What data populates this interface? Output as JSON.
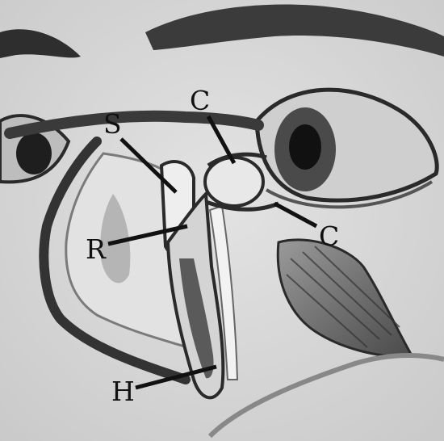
{
  "figure": {
    "labels": {
      "s": "S",
      "c_top": "C",
      "c_right": "C",
      "r": "R",
      "h": "H"
    }
  },
  "colors": {
    "ink": "#111111",
    "skin": "#d6d6d6",
    "dark_shade": "#3a3a3a",
    "light_tissue": "#e6e6e6"
  }
}
